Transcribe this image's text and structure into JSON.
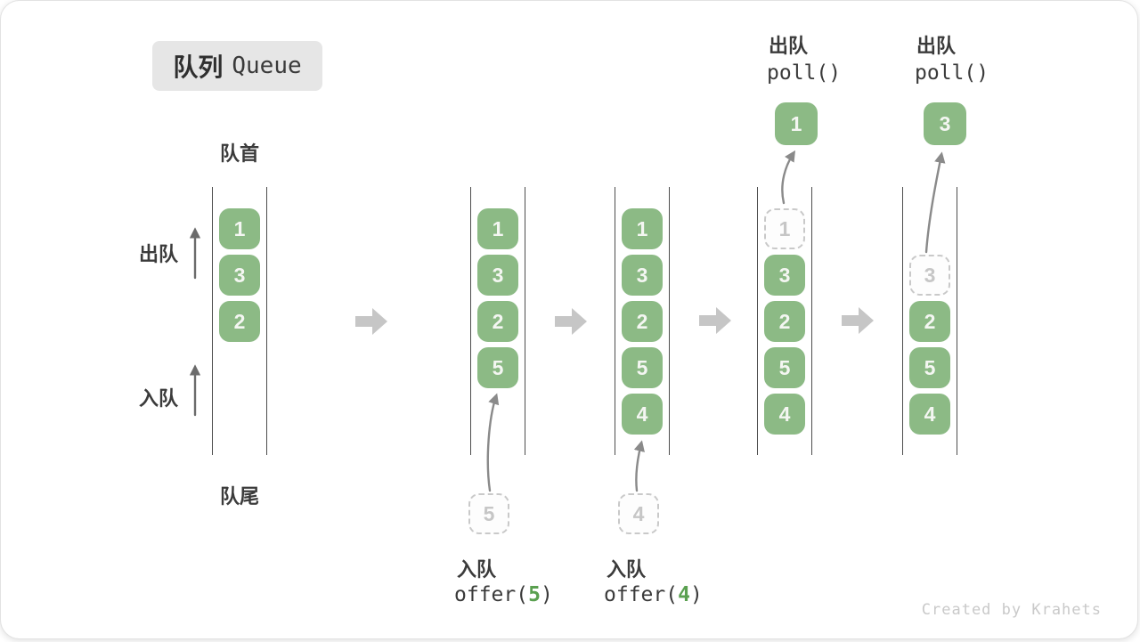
{
  "title": {
    "zh": "队列",
    "en": "Queue"
  },
  "labels": {
    "front": "队首",
    "rear": "队尾",
    "dequeue": "出队",
    "enqueue": "入队"
  },
  "columns": [
    {
      "slots": [
        {
          "row": 0,
          "value": "1",
          "state": "filled"
        },
        {
          "row": 1,
          "value": "3",
          "state": "filled"
        },
        {
          "row": 2,
          "value": "2",
          "state": "filled"
        }
      ]
    },
    {
      "slots": [
        {
          "row": 0,
          "value": "1",
          "state": "filled"
        },
        {
          "row": 1,
          "value": "3",
          "state": "filled"
        },
        {
          "row": 2,
          "value": "2",
          "state": "filled"
        },
        {
          "row": 3,
          "value": "5",
          "state": "filled"
        }
      ]
    },
    {
      "slots": [
        {
          "row": 0,
          "value": "1",
          "state": "filled"
        },
        {
          "row": 1,
          "value": "3",
          "state": "filled"
        },
        {
          "row": 2,
          "value": "2",
          "state": "filled"
        },
        {
          "row": 3,
          "value": "5",
          "state": "filled"
        },
        {
          "row": 4,
          "value": "4",
          "state": "filled"
        }
      ]
    },
    {
      "slots": [
        {
          "row": 0,
          "value": "1",
          "state": "removed"
        },
        {
          "row": 1,
          "value": "3",
          "state": "filled"
        },
        {
          "row": 2,
          "value": "2",
          "state": "filled"
        },
        {
          "row": 3,
          "value": "5",
          "state": "filled"
        },
        {
          "row": 4,
          "value": "4",
          "state": "filled"
        }
      ]
    },
    {
      "slots": [
        {
          "row": 1,
          "value": "3",
          "state": "removed"
        },
        {
          "row": 2,
          "value": "2",
          "state": "filled"
        },
        {
          "row": 3,
          "value": "5",
          "state": "filled"
        },
        {
          "row": 4,
          "value": "4",
          "state": "filled"
        }
      ]
    }
  ],
  "operations": {
    "enqueue_5": {
      "label": "入队",
      "code_prefix": "offer(",
      "arg": "5",
      "code_suffix": ")",
      "pending_value": "5"
    },
    "enqueue_4": {
      "label": "入队",
      "code_prefix": "offer(",
      "arg": "4",
      "code_suffix": ")",
      "pending_value": "4"
    },
    "poll_1": {
      "label": "出队",
      "code": "poll()",
      "result_value": "1"
    },
    "poll_2": {
      "label": "出队",
      "code": "poll()",
      "result_value": "3"
    }
  },
  "watermark": "Created by Krahets",
  "colors": {
    "green": "#8CBA85",
    "green_code": "#5AA050",
    "flow_arrow": "#c6c6c6",
    "curve_arrow": "#8a8a8a",
    "column_line": "#4d4d4d"
  }
}
